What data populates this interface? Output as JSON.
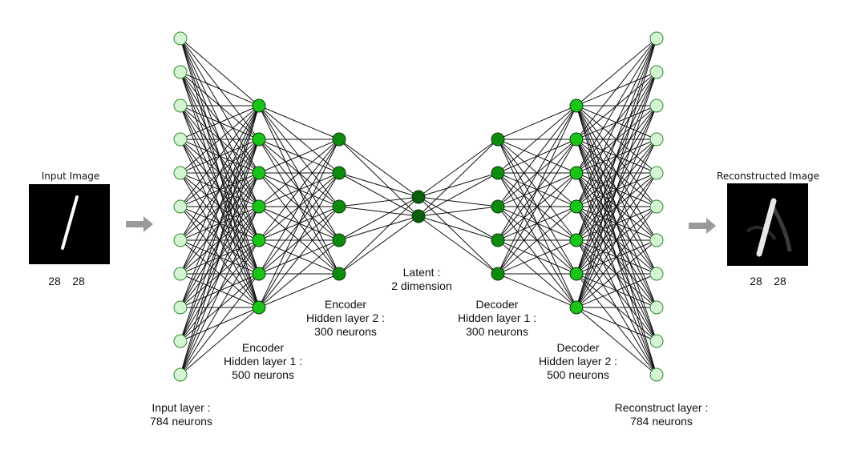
{
  "input_image": {
    "title": "Input Image",
    "dims": [
      "28",
      "28"
    ]
  },
  "output_image": {
    "title": "Reconstructed Image",
    "dims": [
      "28",
      "28"
    ]
  },
  "layers": [
    {
      "id": "input",
      "lines": [
        "Input layer :",
        "784 neurons"
      ],
      "nodes_drawn": 11,
      "color": "#d4f4d4"
    },
    {
      "id": "enc1",
      "lines": [
        "Encoder",
        "Hidden layer 1 :",
        "500 neurons"
      ],
      "nodes_drawn": 7,
      "color": "#18c418"
    },
    {
      "id": "enc2",
      "lines": [
        "Encoder",
        "Hidden layer 2 :",
        "300 neurons"
      ],
      "nodes_drawn": 5,
      "color": "#0e8a0e"
    },
    {
      "id": "latent",
      "lines": [
        "Latent :",
        "2 dimension"
      ],
      "nodes_drawn": 2,
      "color": "#0b5e0b"
    },
    {
      "id": "dec1",
      "lines": [
        "Decoder",
        "Hidden layer 1 :",
        "300 neurons"
      ],
      "nodes_drawn": 5,
      "color": "#0e8a0e"
    },
    {
      "id": "dec2",
      "lines": [
        "Decoder",
        "Hidden layer 2 :",
        "500 neurons"
      ],
      "nodes_drawn": 7,
      "color": "#18c418"
    },
    {
      "id": "output",
      "lines": [
        "Reconstruct layer :",
        "784 neurons"
      ],
      "nodes_drawn": 11,
      "color": "#d4f4d4"
    }
  ],
  "colors": {
    "edge": "#111111",
    "arrow": "#9a9a9a",
    "node_stroke_light": "#2e8b2e",
    "node_stroke_dark": "#0a3d0a",
    "image_bg": "#000000"
  }
}
